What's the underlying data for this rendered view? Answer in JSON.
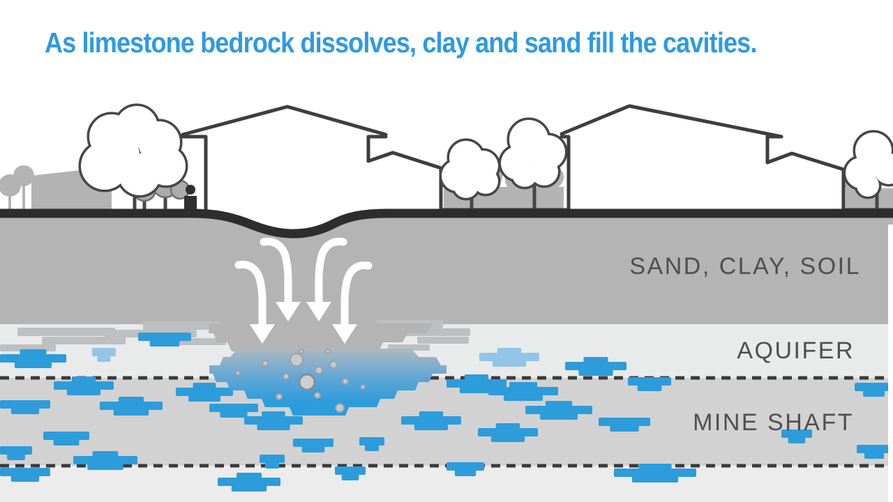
{
  "title": {
    "text": "As limestone bedrock dissolves, clay and sand fill the cavities."
  },
  "diagram": {
    "labels": {
      "sand_clay_soil": "SAND, CLAY, SOIL",
      "aquifer": "AQUIFER",
      "mine_shaft": "MINE SHAFT"
    },
    "colors": {
      "title_blue": "#2E9AE4",
      "water_blue": "#2D9CDB",
      "pale_water_blue": "#92C5E9",
      "sand_gray": "#B4B4B4",
      "sand_tongue_gray": "#BDBFC1",
      "aquifer_gray": "#E9EAEA",
      "mine_gray": "#D2D2D2",
      "bottom_gray": "#ECECEC",
      "label_gray": "#4F4F4F",
      "line_dark": "#2D2D2D"
    },
    "water_patches": [
      [
        0,
        508,
        95
      ],
      [
        132,
        499,
        34,
        "pale"
      ],
      [
        198,
        477,
        76
      ],
      [
        687,
        506,
        86,
        "pale"
      ],
      [
        810,
        519,
        88
      ],
      [
        900,
        541,
        62
      ],
      [
        1225,
        549,
        55
      ],
      [
        77,
        547,
        86
      ],
      [
        0,
        574,
        72
      ],
      [
        143,
        576,
        90
      ],
      [
        252,
        556,
        82
      ],
      [
        300,
        579,
        70
      ],
      [
        62,
        619,
        66
      ],
      [
        350,
        597,
        84
      ],
      [
        420,
        629,
        58
      ],
      [
        515,
        627,
        36
      ],
      [
        575,
        597,
        86
      ],
      [
        640,
        544,
        86
      ],
      [
        700,
        555,
        100
      ],
      [
        753,
        582,
        96
      ],
      [
        685,
        614,
        86
      ],
      [
        858,
        599,
        74
      ],
      [
        1120,
        616,
        44
      ],
      [
        372,
        652,
        36
      ],
      [
        105,
        654,
        92
      ],
      [
        0,
        640,
        46
      ],
      [
        0,
        671,
        72
      ],
      [
        312,
        685,
        90
      ],
      [
        480,
        669,
        44
      ],
      [
        640,
        663,
        54
      ],
      [
        880,
        672,
        118
      ],
      [
        1228,
        638,
        50
      ]
    ],
    "sand_tongues": [
      [
        25,
        470,
        140,
        12
      ],
      [
        60,
        483,
        120,
        11
      ],
      [
        0,
        494,
        80,
        10
      ],
      [
        205,
        461,
        110,
        12
      ],
      [
        150,
        473,
        132,
        11
      ],
      [
        232,
        485,
        92,
        10
      ],
      [
        540,
        459,
        95,
        12
      ],
      [
        566,
        471,
        108,
        11
      ],
      [
        598,
        483,
        74,
        10
      ],
      [
        556,
        494,
        60,
        9
      ]
    ],
    "bubbles": [
      [
        380,
        521,
        4
      ],
      [
        425,
        516,
        9
      ],
      [
        457,
        531,
        5
      ],
      [
        478,
        523,
        5
      ],
      [
        410,
        540,
        4
      ],
      [
        341,
        535,
        3
      ],
      [
        495,
        547,
        4
      ],
      [
        455,
        567,
        4
      ],
      [
        440,
        548,
        11
      ],
      [
        400,
        569,
        4
      ],
      [
        520,
        555,
        3
      ],
      [
        487,
        585,
        6
      ],
      [
        432,
        504,
        3
      ],
      [
        470,
        504,
        3
      ]
    ]
  }
}
